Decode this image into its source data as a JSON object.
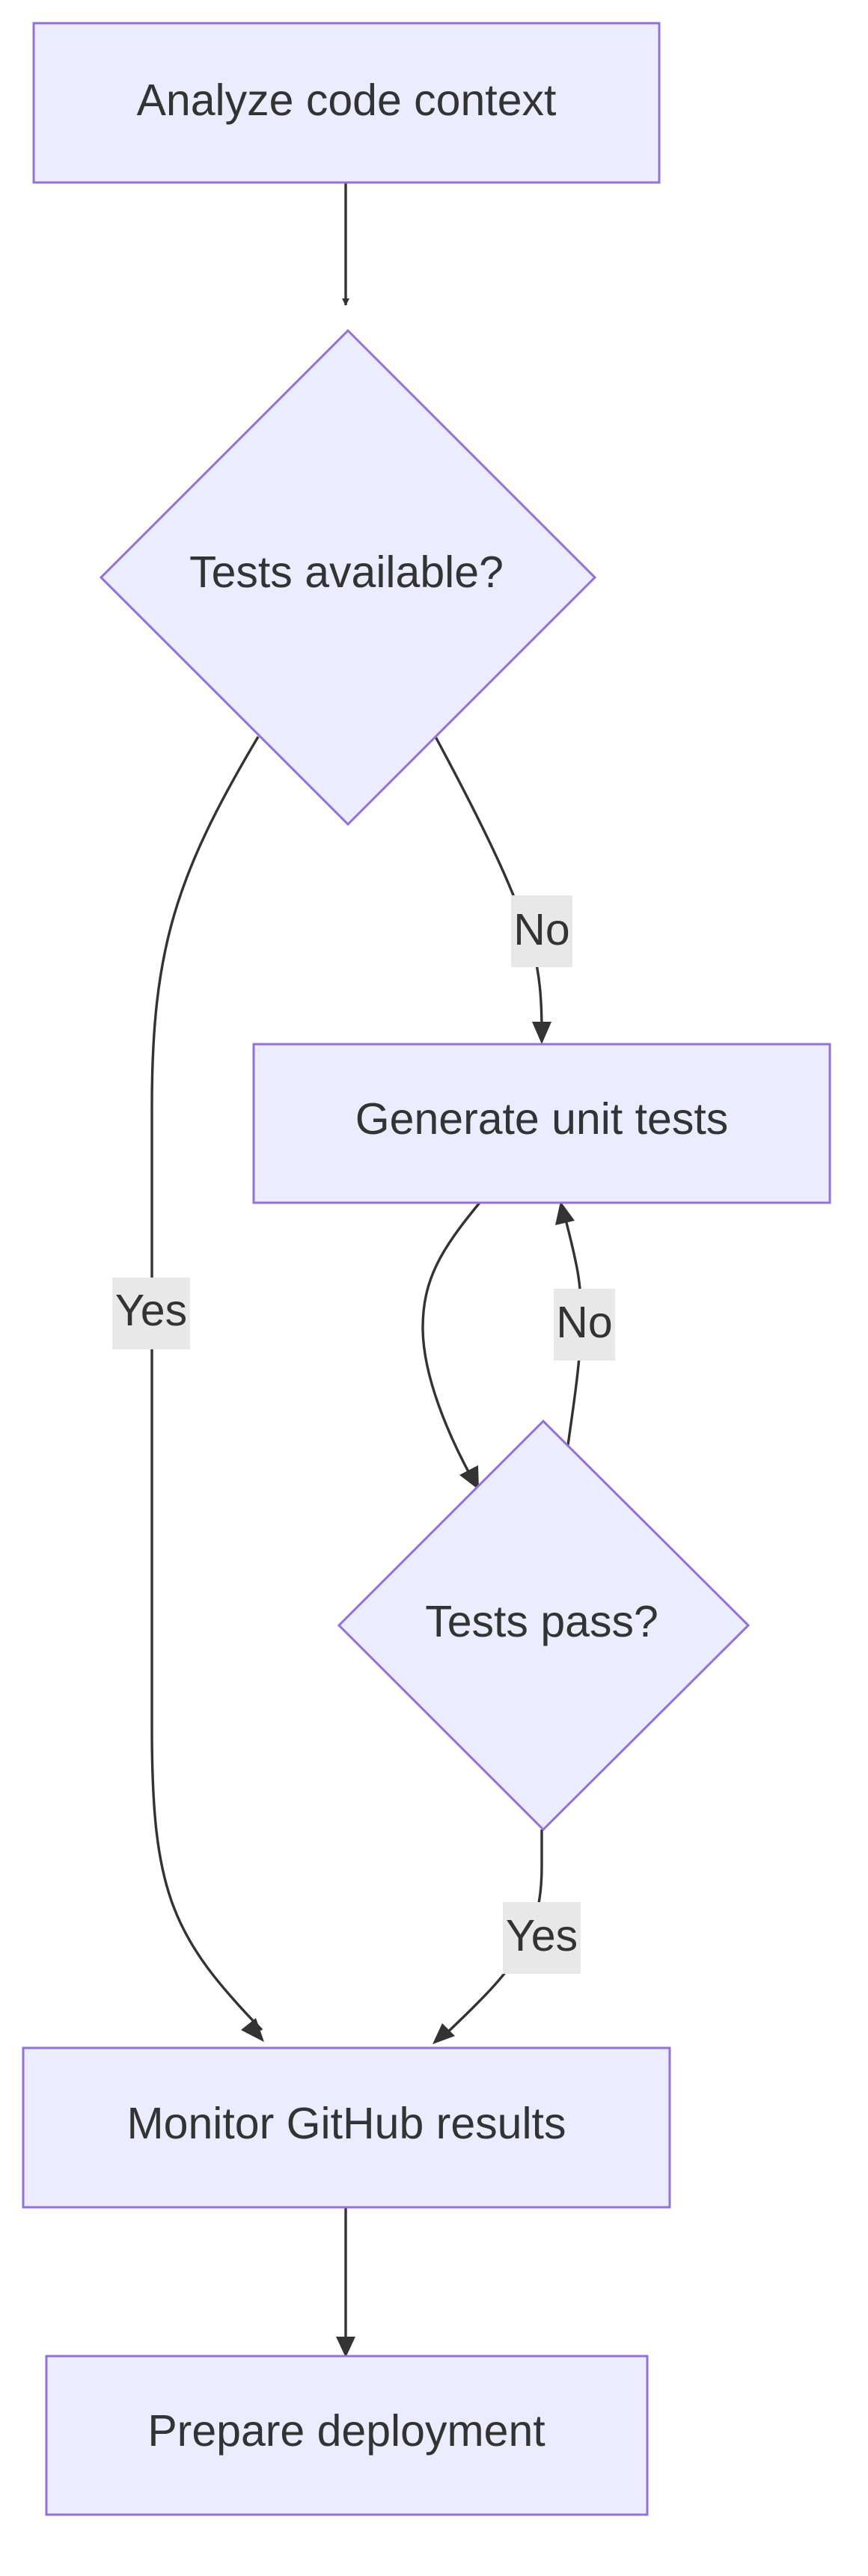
{
  "nodes": {
    "analyze": "Analyze code context",
    "tests_available": "Tests available?",
    "generate": "Generate unit tests",
    "tests_pass": "Tests pass?",
    "monitor": "Monitor GitHub results",
    "prepare": "Prepare deployment"
  },
  "edges": {
    "available_yes": "Yes",
    "available_no": "No",
    "pass_no": "No",
    "pass_yes": "Yes"
  },
  "colors": {
    "node_fill": "#ECECFF",
    "node_stroke": "#9370DB",
    "edge": "#333333",
    "label_bg": "#E8E8E8",
    "text": "#333333"
  }
}
